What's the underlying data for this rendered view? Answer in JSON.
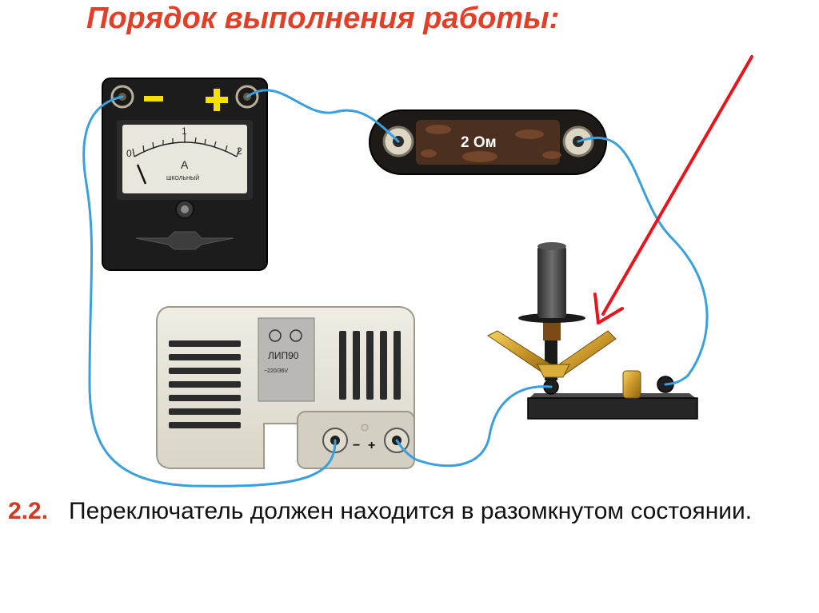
{
  "slide": {
    "title": "Порядок выполнения работы:",
    "step_number": "2.2.",
    "step_text": "Переключатель должен находится в разомкнутом состоянии."
  },
  "ammeter": {
    "minus_sign": "−",
    "plus_sign": "+",
    "scale_ticks": [
      "0",
      "1",
      "2"
    ],
    "unit_letter": "A",
    "brand_text": "ШКОЛЬНЫЙ"
  },
  "resistor": {
    "label": "2 Ом"
  },
  "power_supply": {
    "model": "ЛИП90",
    "rating": "~220/36V",
    "terminal_minus": "−",
    "terminal_plus": "+"
  },
  "colors": {
    "title": "#e23f28",
    "step_number": "#d23a22",
    "wire": "#3a9fde",
    "pointer_arrow": "#e8141b",
    "indicator_yellow": "#f5e000"
  }
}
